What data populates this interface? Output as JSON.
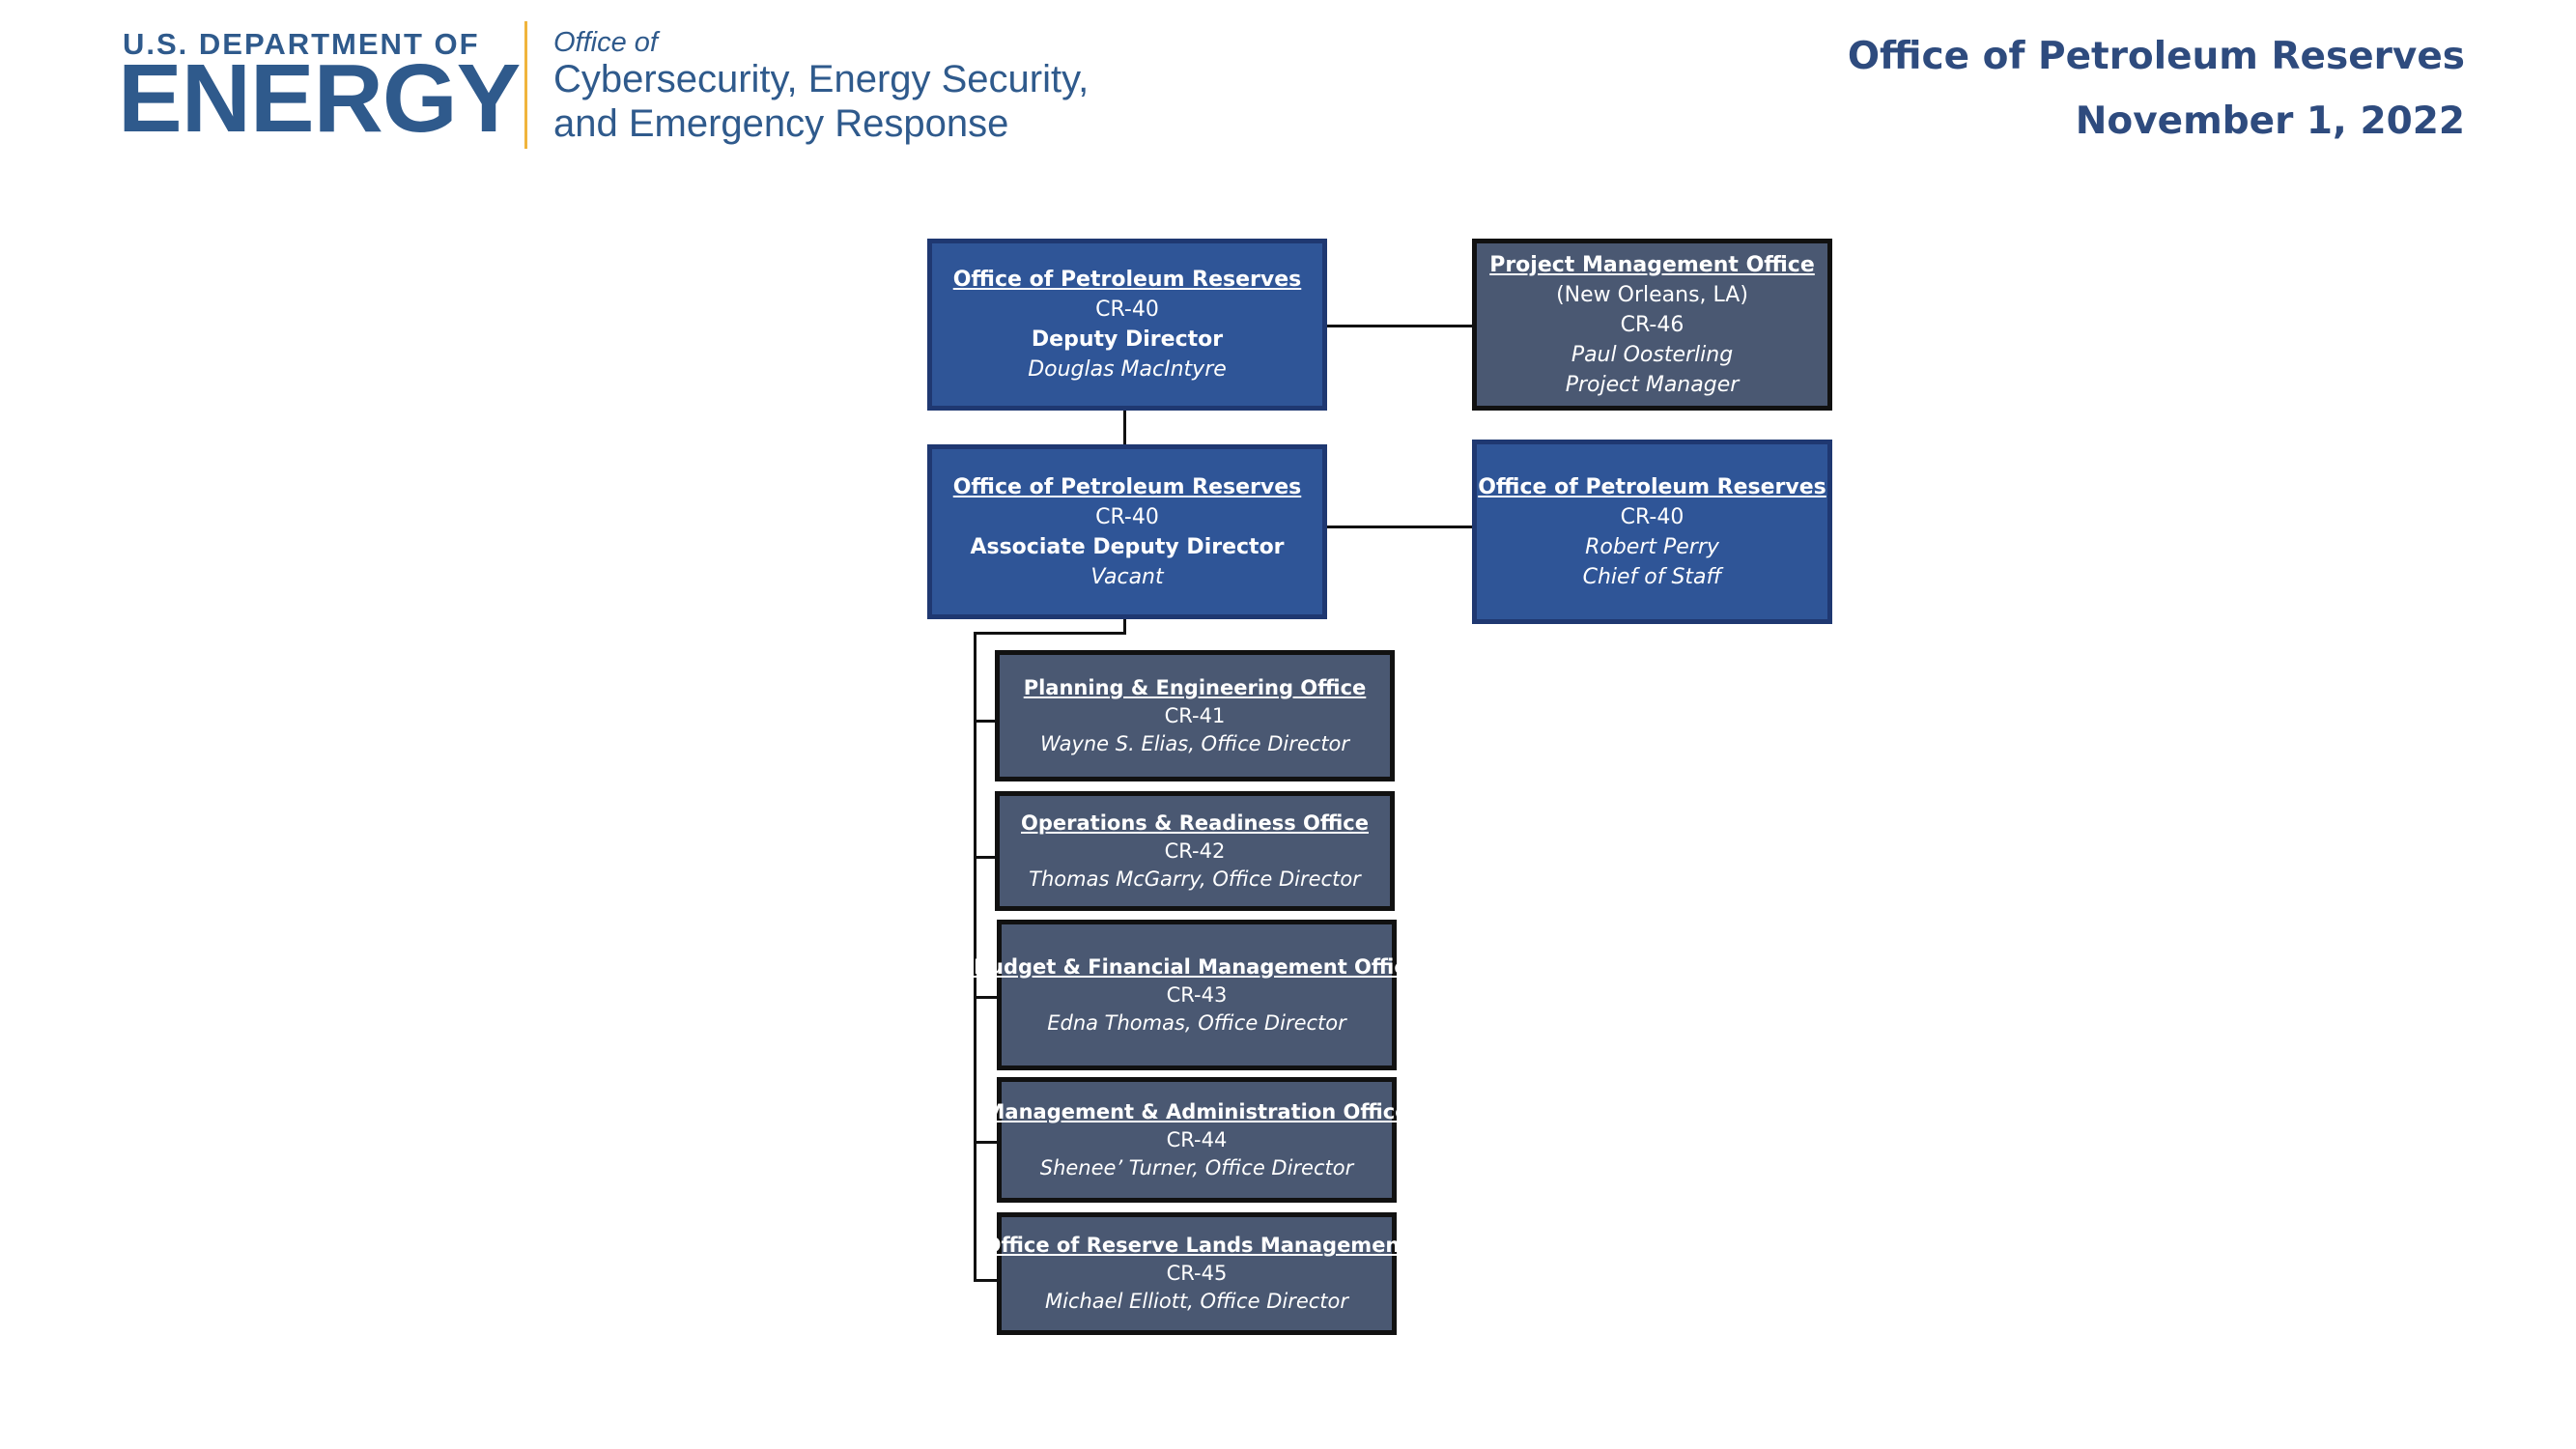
{
  "header": {
    "logo": {
      "top_line": "U.S. DEPARTMENT OF",
      "main_word": "ENERGY",
      "office_of": "Office of",
      "office_line_1": "Cybersecurity, Energy Security,",
      "office_line_2": "and Emergency Response"
    },
    "title": "Office of Petroleum Reserves",
    "date": "November 1, 2022"
  },
  "colors": {
    "brand_blue": "#2f5a8c",
    "accent_gold": "#f0b43c",
    "box_blue": "#2f5597",
    "box_gray": "#4a5872"
  },
  "org": {
    "deputy": {
      "name": "Office of Petroleum Reserves",
      "code": "CR-40",
      "role": "Deputy Director",
      "person": "Douglas MacIntyre"
    },
    "associate": {
      "name": "Office of Petroleum Reserves",
      "code": "CR-40",
      "role": "Associate Deputy Director",
      "person": "Vacant"
    },
    "pmo": {
      "name": "Project Management Office",
      "location": "(New Orleans, LA)",
      "code": "CR-46",
      "person": "Paul Oosterling",
      "role": "Project Manager"
    },
    "chief_of_staff": {
      "name": "Office of Petroleum Reserves",
      "code": "CR-40",
      "person": "Robert Perry",
      "role": "Chief of Staff"
    },
    "offices": [
      {
        "name": "Planning & Engineering Office",
        "code": "CR-41",
        "person": "Wayne S. Elias, Office Director"
      },
      {
        "name": "Operations & Readiness Office",
        "code": "CR-42",
        "person": "Thomas McGarry, Office Director"
      },
      {
        "name": "Budget & Financial Management Office",
        "code": "CR-43",
        "person": "Edna Thomas, Office Director"
      },
      {
        "name": "Management & Administration Office",
        "code": "CR-44",
        "person": "Shenee’ Turner, Office Director"
      },
      {
        "name": "Office of Reserve Lands Management",
        "code": "CR-45",
        "person": "Michael Elliott, Office Director"
      }
    ]
  }
}
